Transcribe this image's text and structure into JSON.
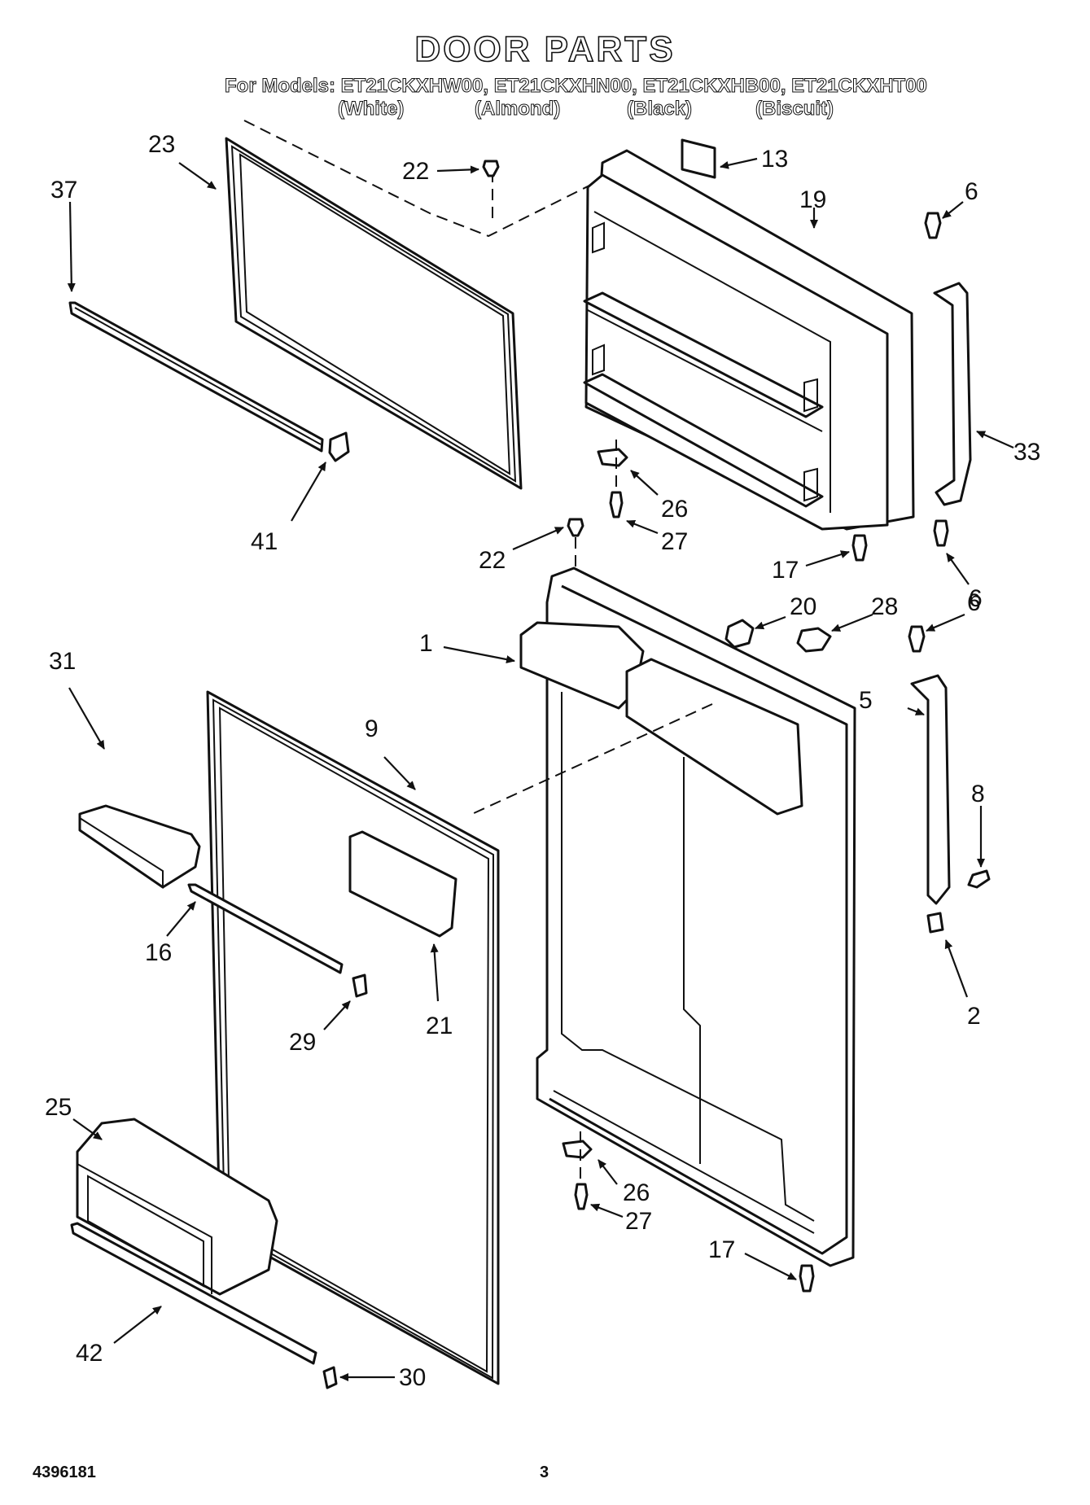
{
  "header": {
    "title": "DOOR PARTS",
    "models_line": "For Models: ET21CKXHW00, ET21CKXHN00, ET21CKXHB00, ET21CKXHT00",
    "colors": [
      "(White)",
      "(Almond)",
      "(Black)",
      "(Biscuit)"
    ]
  },
  "callouts": {
    "c23": "23",
    "c37": "37",
    "c22a": "22",
    "c13": "13",
    "c19": "19",
    "c6a": "6",
    "c41": "41",
    "c26a": "26",
    "c27a": "27",
    "c33": "33",
    "c22b": "22",
    "c17a": "17",
    "c6b": "6",
    "c20": "20",
    "c28": "28",
    "c6c": "6",
    "c1": "1",
    "c31": "31",
    "c5": "5",
    "c9": "9",
    "c8": "8",
    "c16": "16",
    "c21": "21",
    "c29": "29",
    "c2": "2",
    "c25": "25",
    "c26b": "26",
    "c27b": "27",
    "c17b": "17",
    "c42": "42",
    "c30": "30"
  },
  "footer": {
    "doc_number": "4396181",
    "page_number": "3"
  }
}
